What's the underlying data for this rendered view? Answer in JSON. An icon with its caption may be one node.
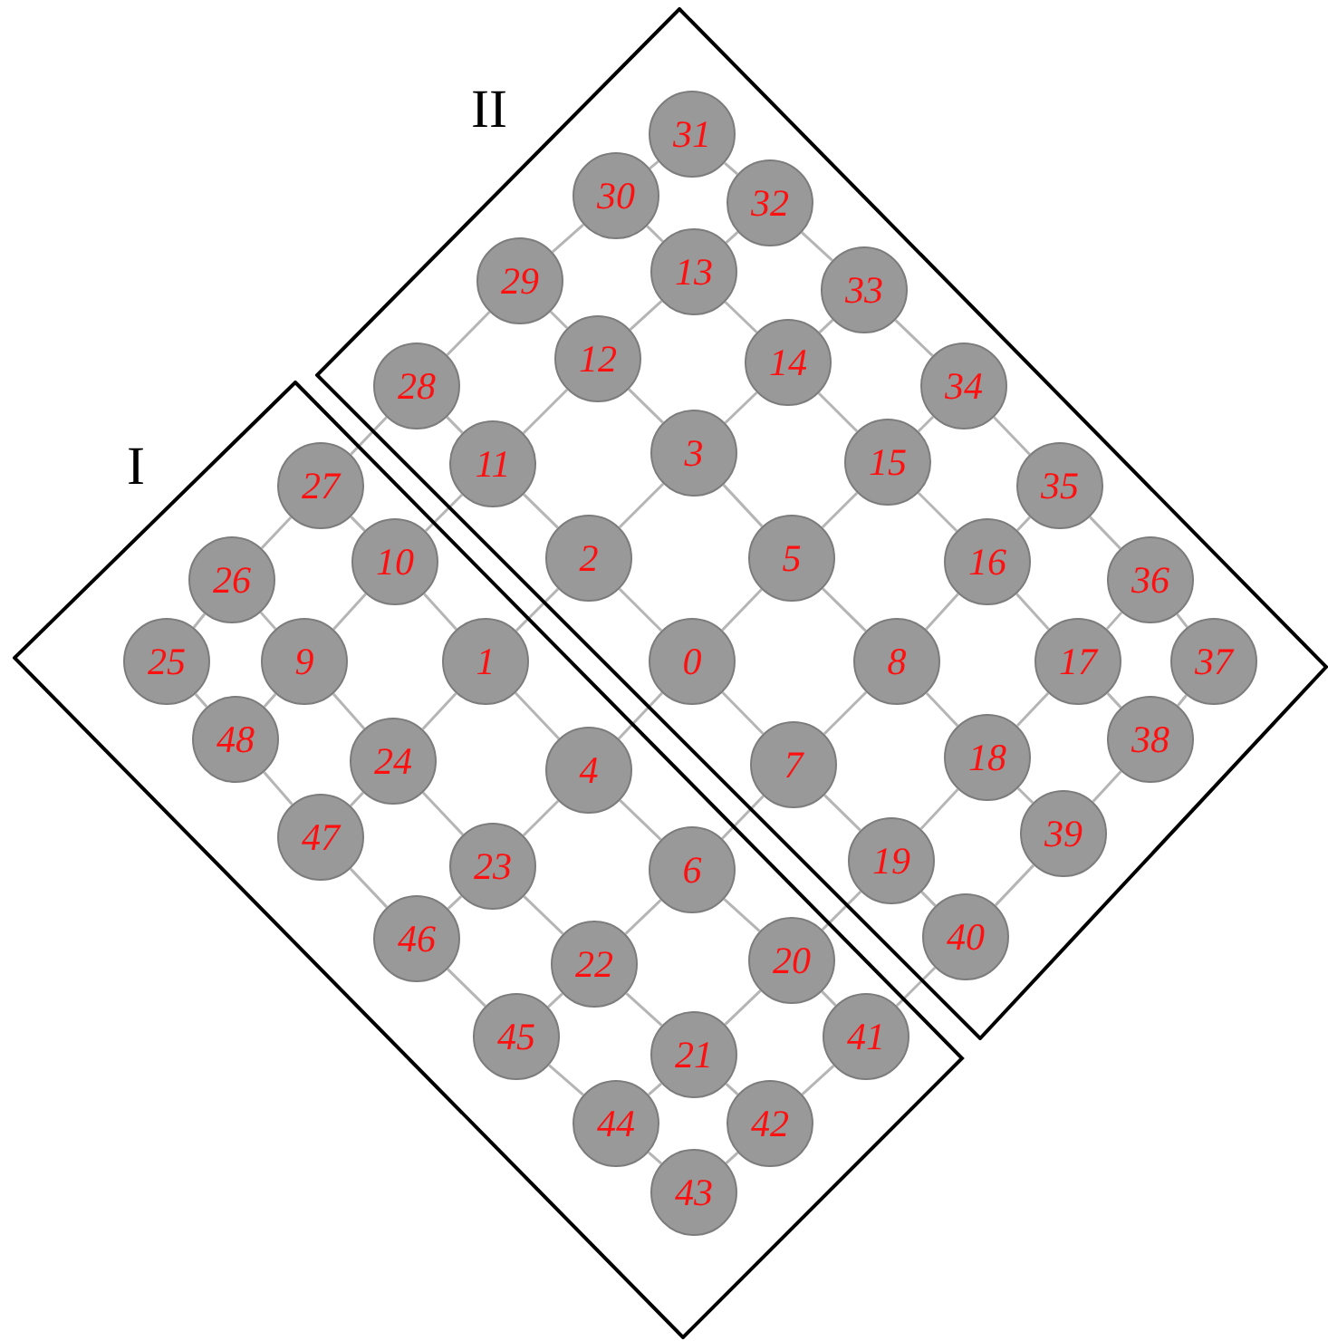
{
  "diagram": {
    "nodes": [
      {
        "text": [
          "II"
        ]
      },
      {
        "text": [
          "I"
        ]
      },
      {
        "text": [
          "0"
        ],
        "in": 0
      },
      {
        "text": [
          "1"
        ],
        "in": 1
      },
      {
        "text": [
          "2"
        ],
        "in": 0
      },
      {
        "text": [
          "3"
        ],
        "in": 0
      },
      {
        "text": [
          "4"
        ],
        "in": 1
      },
      {
        "text": [
          "5"
        ],
        "in": 0
      },
      {
        "text": [
          "6"
        ],
        "in": 1
      },
      {
        "text": [
          "7"
        ],
        "in": 0
      },
      {
        "text": [
          "8"
        ],
        "in": 0
      },
      {
        "text": [
          "9"
        ],
        "in": 1
      },
      {
        "text": [
          "10"
        ],
        "in": 1
      },
      {
        "text": [
          "11"
        ],
        "in": 0
      },
      {
        "text": [
          "12"
        ],
        "in": 0
      },
      {
        "text": [
          "13"
        ],
        "in": 0
      },
      {
        "text": [
          "14"
        ],
        "in": 0
      },
      {
        "text": [
          "15"
        ],
        "in": 0
      },
      {
        "text": [
          "16"
        ],
        "in": 0
      },
      {
        "text": [
          "17"
        ],
        "in": 0
      },
      {
        "text": [
          "18"
        ],
        "in": 0
      },
      {
        "text": [
          "19"
        ],
        "in": 0
      },
      {
        "text": [
          "20"
        ],
        "in": 1
      },
      {
        "text": [
          "21"
        ],
        "in": 1
      },
      {
        "text": [
          "22"
        ],
        "in": 1
      },
      {
        "text": [
          "23"
        ],
        "in": 1
      },
      {
        "text": [
          "24"
        ],
        "in": 1
      },
      {
        "text": [
          "25"
        ],
        "in": 1
      },
      {
        "text": [
          "26"
        ],
        "in": 1
      },
      {
        "text": [
          "27"
        ],
        "in": 1
      },
      {
        "text": [
          "28"
        ],
        "in": 0
      },
      {
        "text": [
          "29"
        ],
        "in": 0
      },
      {
        "text": [
          "30"
        ],
        "in": 0
      },
      {
        "text": [
          "31"
        ],
        "in": 0
      },
      {
        "text": [
          "32"
        ],
        "in": 0
      },
      {
        "text": [
          "33"
        ],
        "in": 0
      },
      {
        "text": [
          "34"
        ],
        "in": 0
      },
      {
        "text": [
          "35"
        ],
        "in": 0
      },
      {
        "text": [
          "36"
        ],
        "in": 0
      },
      {
        "text": [
          "37"
        ],
        "in": 0
      },
      {
        "text": [
          "38"
        ],
        "in": 0
      },
      {
        "text": [
          "39"
        ],
        "in": 0
      },
      {
        "text": [
          "40"
        ],
        "in": 0
      },
      {
        "text": [
          "41"
        ],
        "in": 1
      },
      {
        "text": [
          "42"
        ],
        "in": 1
      },
      {
        "text": [
          "43"
        ],
        "in": 1
      },
      {
        "text": [
          "44"
        ],
        "in": 1
      },
      {
        "text": [
          "45"
        ],
        "in": 1
      },
      {
        "text": [
          "46"
        ],
        "in": 1
      },
      {
        "text": [
          "47"
        ],
        "in": 1
      },
      {
        "text": [
          "48"
        ],
        "in": 1
      }
    ],
    "edges": [
      {
        "from": 33,
        "to": 34,
        "arrow": "none"
      },
      {
        "from": 34,
        "to": 35,
        "arrow": "none"
      },
      {
        "from": 35,
        "to": 36,
        "arrow": "none"
      },
      {
        "from": 36,
        "to": 37,
        "arrow": "none"
      },
      {
        "from": 37,
        "to": 38,
        "arrow": "none"
      },
      {
        "from": 38,
        "to": 39,
        "arrow": "none"
      },
      {
        "from": 32,
        "to": 15,
        "arrow": "none"
      },
      {
        "from": 15,
        "to": 16,
        "arrow": "none"
      },
      {
        "from": 16,
        "to": 17,
        "arrow": "none"
      },
      {
        "from": 17,
        "to": 18,
        "arrow": "none"
      },
      {
        "from": 18,
        "to": 19,
        "arrow": "none"
      },
      {
        "from": 19,
        "to": 40,
        "arrow": "none"
      },
      {
        "from": 31,
        "to": 14,
        "arrow": "none"
      },
      {
        "from": 14,
        "to": 5,
        "arrow": "none"
      },
      {
        "from": 5,
        "to": 7,
        "arrow": "none"
      },
      {
        "from": 7,
        "to": 10,
        "arrow": "none"
      },
      {
        "from": 10,
        "to": 20,
        "arrow": "none"
      },
      {
        "from": 20,
        "to": 41,
        "arrow": "none"
      },
      {
        "from": 30,
        "to": 13,
        "arrow": "none"
      },
      {
        "from": 13,
        "to": 4,
        "arrow": "none"
      },
      {
        "from": 4,
        "to": 2,
        "arrow": "none"
      },
      {
        "from": 2,
        "to": 9,
        "arrow": "none"
      },
      {
        "from": 9,
        "to": 21,
        "arrow": "none"
      },
      {
        "from": 21,
        "to": 42,
        "arrow": "none"
      },
      {
        "from": 29,
        "to": 12,
        "arrow": "none"
      },
      {
        "from": 12,
        "to": 3,
        "arrow": "none"
      },
      {
        "from": 3,
        "to": 6,
        "arrow": "none"
      },
      {
        "from": 6,
        "to": 8,
        "arrow": "none"
      },
      {
        "from": 8,
        "to": 22,
        "arrow": "none"
      },
      {
        "from": 22,
        "to": 43,
        "arrow": "none"
      },
      {
        "from": 28,
        "to": 11,
        "arrow": "none"
      },
      {
        "from": 11,
        "to": 26,
        "arrow": "none"
      },
      {
        "from": 26,
        "to": 25,
        "arrow": "none"
      },
      {
        "from": 25,
        "to": 24,
        "arrow": "none"
      },
      {
        "from": 24,
        "to": 23,
        "arrow": "none"
      },
      {
        "from": 23,
        "to": 44,
        "arrow": "none"
      },
      {
        "from": 27,
        "to": 50,
        "arrow": "none"
      },
      {
        "from": 50,
        "to": 49,
        "arrow": "none"
      },
      {
        "from": 49,
        "to": 48,
        "arrow": "none"
      },
      {
        "from": 48,
        "to": 47,
        "arrow": "none"
      },
      {
        "from": 47,
        "to": 46,
        "arrow": "none"
      },
      {
        "from": 46,
        "to": 45,
        "arrow": "none"
      },
      {
        "from": 33,
        "to": 32,
        "arrow": "none"
      },
      {
        "from": 32,
        "to": 31,
        "arrow": "none"
      },
      {
        "from": 31,
        "to": 30,
        "arrow": "none"
      },
      {
        "from": 30,
        "to": 29,
        "arrow": "none"
      },
      {
        "from": 29,
        "to": 28,
        "arrow": "none"
      },
      {
        "from": 28,
        "to": 27,
        "arrow": "none"
      },
      {
        "from": 34,
        "to": 15,
        "arrow": "none"
      },
      {
        "from": 15,
        "to": 14,
        "arrow": "none"
      },
      {
        "from": 14,
        "to": 13,
        "arrow": "none"
      },
      {
        "from": 13,
        "to": 12,
        "arrow": "none"
      },
      {
        "from": 12,
        "to": 11,
        "arrow": "none"
      },
      {
        "from": 11,
        "to": 50,
        "arrow": "none"
      },
      {
        "from": 35,
        "to": 16,
        "arrow": "none"
      },
      {
        "from": 16,
        "to": 5,
        "arrow": "none"
      },
      {
        "from": 5,
        "to": 4,
        "arrow": "none"
      },
      {
        "from": 4,
        "to": 3,
        "arrow": "none"
      },
      {
        "from": 3,
        "to": 26,
        "arrow": "none"
      },
      {
        "from": 26,
        "to": 49,
        "arrow": "none"
      },
      {
        "from": 36,
        "to": 17,
        "arrow": "none"
      },
      {
        "from": 17,
        "to": 7,
        "arrow": "none"
      },
      {
        "from": 7,
        "to": 2,
        "arrow": "none"
      },
      {
        "from": 2,
        "to": 6,
        "arrow": "none"
      },
      {
        "from": 6,
        "to": 25,
        "arrow": "none"
      },
      {
        "from": 25,
        "to": 48,
        "arrow": "none"
      },
      {
        "from": 37,
        "to": 18,
        "arrow": "none"
      },
      {
        "from": 18,
        "to": 10,
        "arrow": "none"
      },
      {
        "from": 10,
        "to": 9,
        "arrow": "none"
      },
      {
        "from": 9,
        "to": 8,
        "arrow": "none"
      },
      {
        "from": 8,
        "to": 24,
        "arrow": "none"
      },
      {
        "from": 24,
        "to": 47,
        "arrow": "none"
      },
      {
        "from": 38,
        "to": 19,
        "arrow": "none"
      },
      {
        "from": 19,
        "to": 20,
        "arrow": "none"
      },
      {
        "from": 20,
        "to": 21,
        "arrow": "none"
      },
      {
        "from": 21,
        "to": 22,
        "arrow": "none"
      },
      {
        "from": 22,
        "to": 23,
        "arrow": "none"
      },
      {
        "from": 23,
        "to": 46,
        "arrow": "none"
      },
      {
        "from": 39,
        "to": 40,
        "arrow": "none"
      },
      {
        "from": 40,
        "to": 41,
        "arrow": "none"
      },
      {
        "from": 41,
        "to": 42,
        "arrow": "none"
      },
      {
        "from": 42,
        "to": 43,
        "arrow": "none"
      },
      {
        "from": 43,
        "to": 44,
        "arrow": "none"
      },
      {
        "from": 44,
        "to": 45,
        "arrow": "none"
      }
    ]
  }
}
